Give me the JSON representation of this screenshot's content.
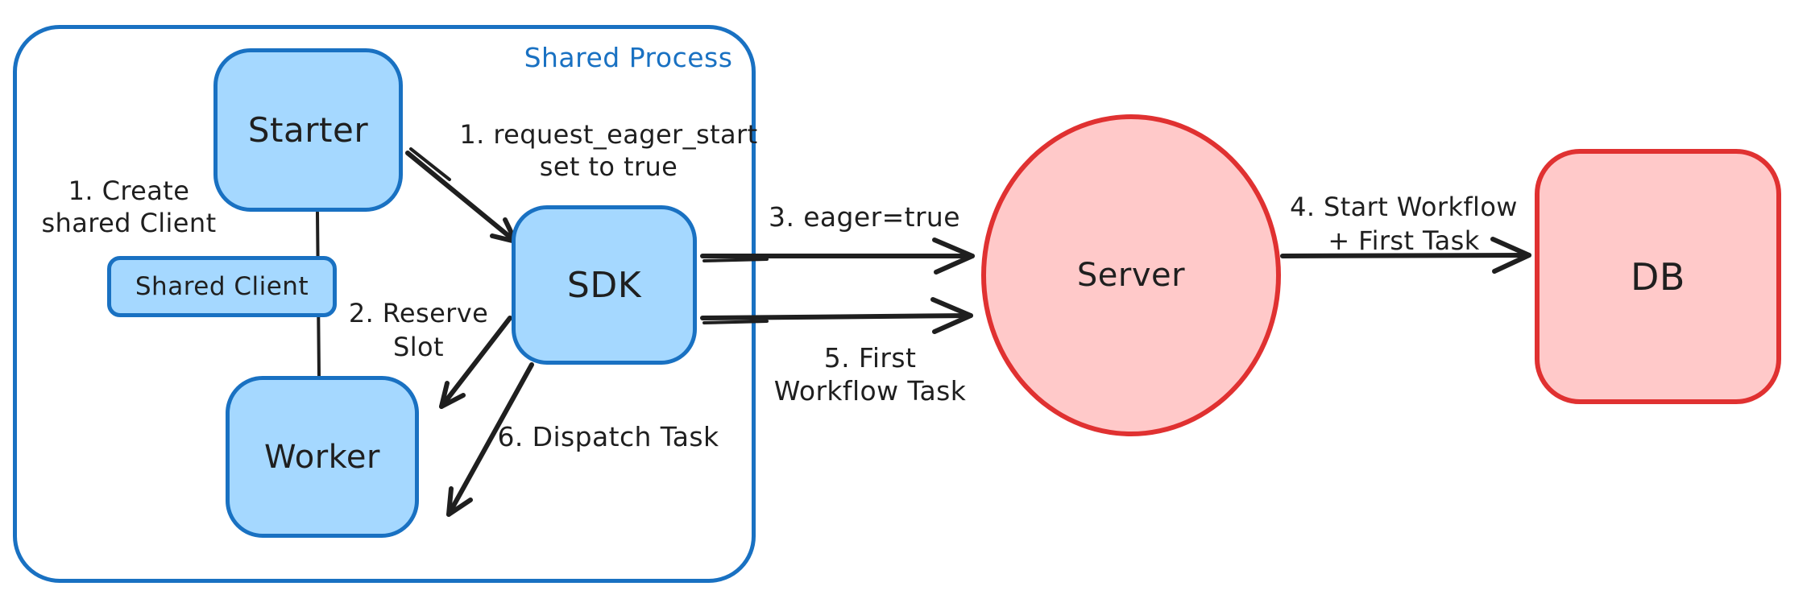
{
  "labels": {
    "shared_process": "Shared Process"
  },
  "nodes": {
    "starter": "Starter",
    "shared_client": "Shared Client",
    "worker": "Worker",
    "sdk": "SDK",
    "server": "Server",
    "db": "DB"
  },
  "annotations": {
    "create_shared_client": "1. Create\nshared Client",
    "request_eager_start": "1. request_eager_start\nset to true",
    "reserve_slot": "2. Reserve\nSlot",
    "eager_true": "3. eager=true",
    "start_workflow_first_task": "4. Start Workflow\n+ First Task",
    "first_workflow_task": "5. First\nWorkflow Task",
    "dispatch_task": "6. Dispatch Task"
  },
  "colors": {
    "blue_stroke": "#1971c2",
    "blue_fill": "#a5d8ff",
    "red_stroke": "#e03131",
    "red_fill": "#ffc9c9",
    "ink": "#1f1f1f"
  }
}
